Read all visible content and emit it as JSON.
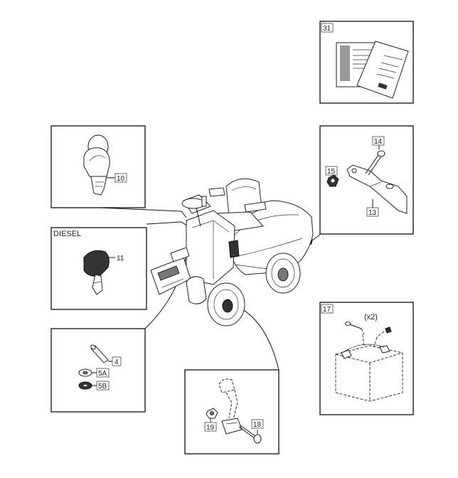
{
  "panels": {
    "manual": {
      "ref": "31"
    },
    "key_petrol": {
      "ref": "10"
    },
    "key_diesel": {
      "header": "DIESEL",
      "ref": "11"
    },
    "pin_washers": {
      "refs": [
        "4",
        "5A",
        "5B"
      ]
    },
    "pedal": {
      "refs": [
        "19",
        "18"
      ]
    },
    "bracket": {
      "refs": [
        "14",
        "15",
        "13"
      ]
    },
    "battery": {
      "ref": "17",
      "qty": "(x2)"
    }
  },
  "colors": {
    "line": "#111111",
    "background": "#ffffff",
    "shade": "#777777"
  }
}
